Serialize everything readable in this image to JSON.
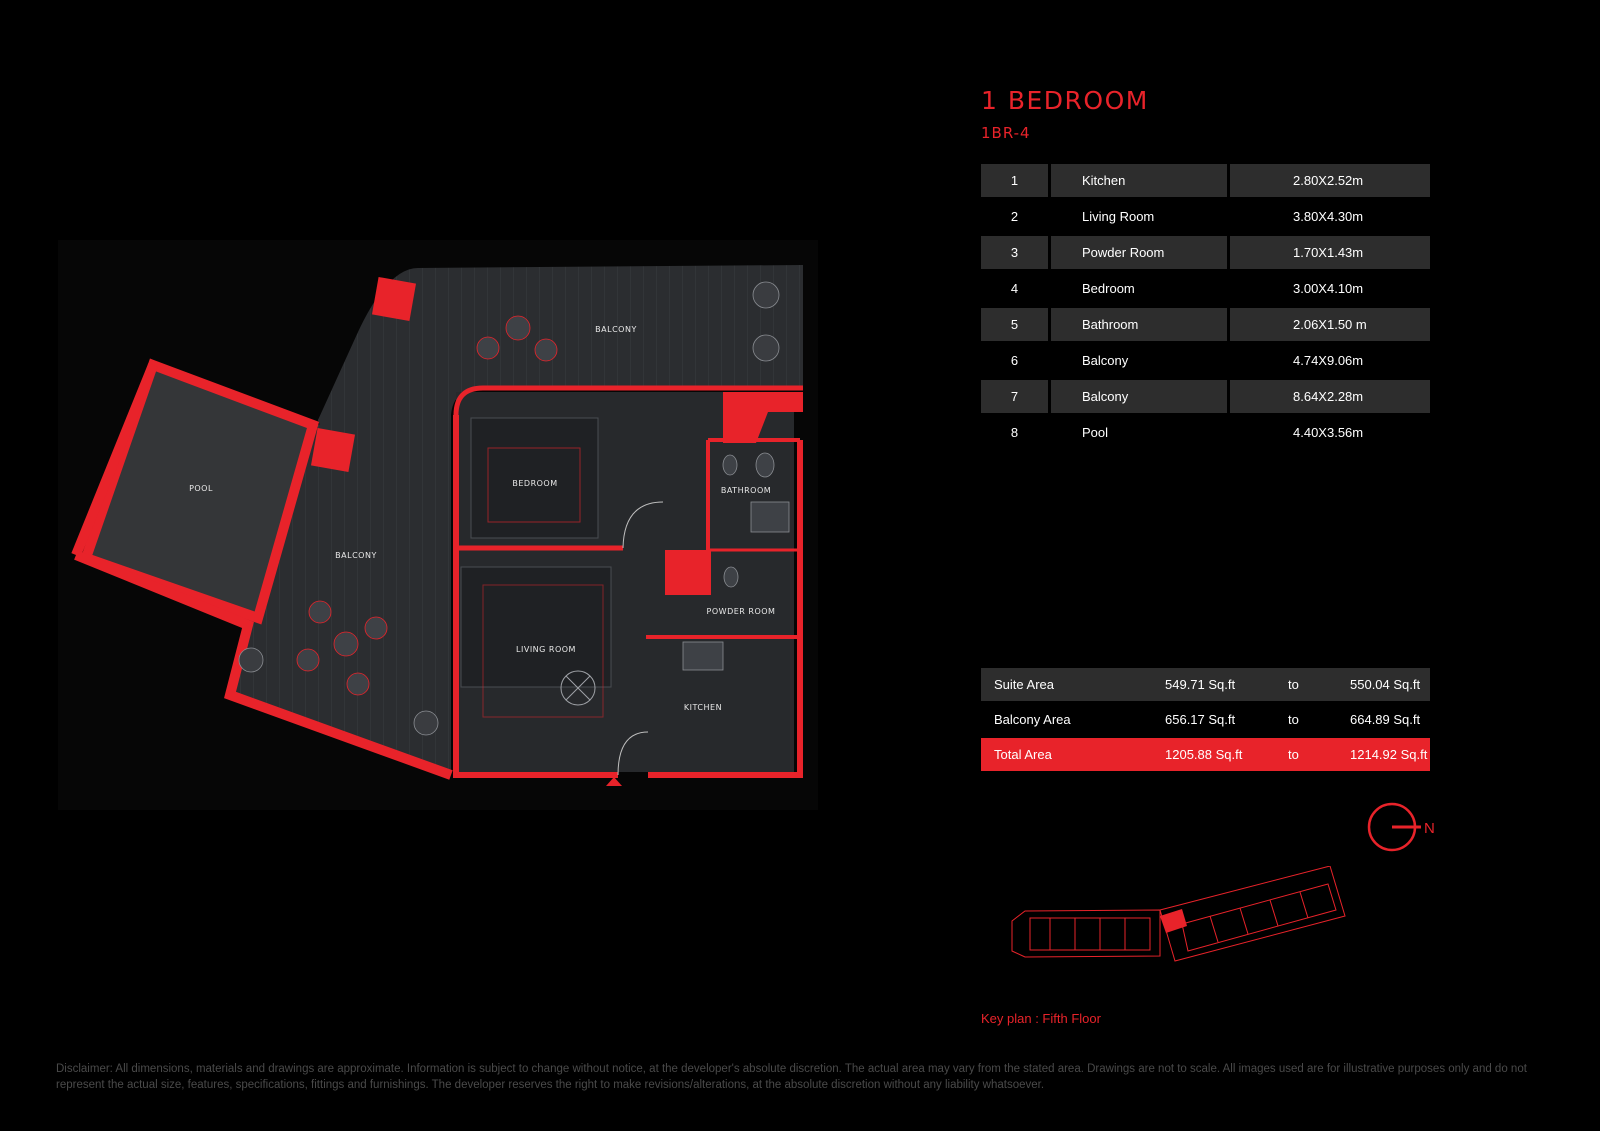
{
  "unit": {
    "title": "1 BEDROOM",
    "code": "1BR-4"
  },
  "plan_labels": {
    "balcony_top": "BALCONY",
    "balcony_left": "BALCONY",
    "pool": "POOL",
    "bedroom": "BEDROOM",
    "bathroom": "BATHROOM",
    "powder_room": "POWDER ROOM",
    "living_room": "LIVING ROOM",
    "kitchen": "KITCHEN"
  },
  "rooms": [
    {
      "no": "1",
      "name": "Kitchen",
      "size": "2.80X2.52m"
    },
    {
      "no": "2",
      "name": "Living Room",
      "size": "3.80X4.30m"
    },
    {
      "no": "3",
      "name": "Powder Room",
      "size": "1.70X1.43m"
    },
    {
      "no": "4",
      "name": "Bedroom",
      "size": "3.00X4.10m"
    },
    {
      "no": "5",
      "name": "Bathroom",
      "size": "2.06X1.50 m"
    },
    {
      "no": "6",
      "name": "Balcony",
      "size": "4.74X9.06m"
    },
    {
      "no": "7",
      "name": "Balcony",
      "size": "8.64X2.28m"
    },
    {
      "no": "8",
      "name": "Pool",
      "size": "4.40X3.56m"
    }
  ],
  "areas": [
    {
      "label": "Suite Area",
      "from": "549.71 Sq.ft",
      "to": "to",
      "upto": "550.04 Sq.ft"
    },
    {
      "label": "Balcony Area",
      "from": "656.17 Sq.ft",
      "to": "to",
      "upto": "664.89 Sq.ft"
    },
    {
      "label": "Total Area",
      "from": "1205.88 Sq.ft",
      "to": "to",
      "upto": "1214.92 Sq.ft"
    }
  ],
  "compass": {
    "letter": "N",
    "icon": "north-arrow-icon"
  },
  "keyplan": {
    "caption": "Key plan : Fifth Floor"
  },
  "disclaimer": "Disclaimer: All dimensions, materials and drawings are approximate. Information is subject to change without notice, at the developer's absolute discretion. The actual area may vary from the stated area. Drawings are not to scale. All images used are for illustrative purposes only and do not represent the actual size, features, specifications, fittings and furnishings. The developer reserves the right to make revisions/alterations, at the absolute discretion without any liability whatsoever.",
  "colors": {
    "accent": "#e8232a",
    "row_shade": "#2d2d2d",
    "background": "#000000",
    "floor": "#2a2c2f"
  }
}
